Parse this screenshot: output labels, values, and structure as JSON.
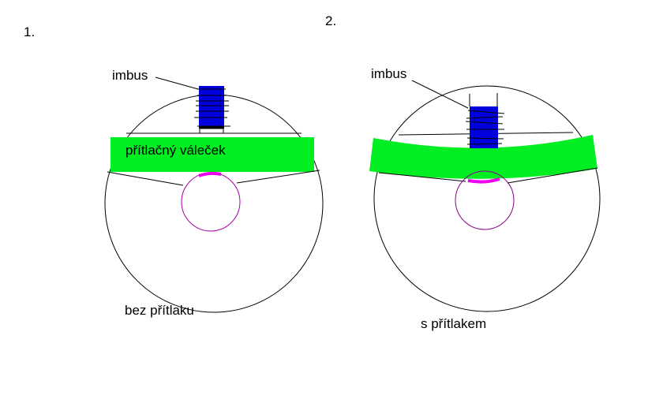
{
  "figure1": {
    "number": "1.",
    "screw_label": "imbus",
    "roller_label": "přítlačný váleček",
    "caption": "bez přítlaku"
  },
  "figure2": {
    "number": "2.",
    "screw_label": "imbus",
    "caption": "s přítlakem"
  },
  "colors": {
    "roller": "#00ee22",
    "screw": "#0000dd",
    "contact": "#ee00ee",
    "outline": "#000000"
  }
}
